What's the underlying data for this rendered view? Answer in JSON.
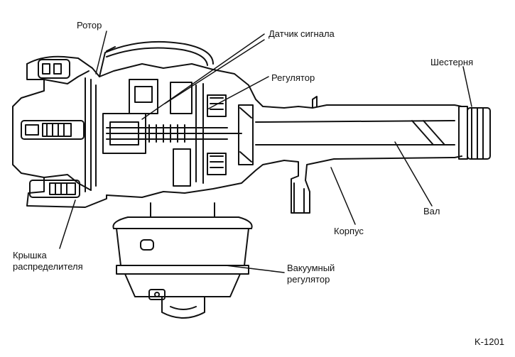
{
  "labels": {
    "rotor": "Ротор",
    "signal_sensor": "Датчик сигнала",
    "regulator": "Регулятор",
    "gear": "Шестерня",
    "shaft": "Вал",
    "housing": "Корпус",
    "cap_line1": "Крышка",
    "cap_line2": "распределителя",
    "vacuum_line1": "Вакуумный",
    "vacuum_line2": "регулятор",
    "figure_id": "K-1201"
  }
}
